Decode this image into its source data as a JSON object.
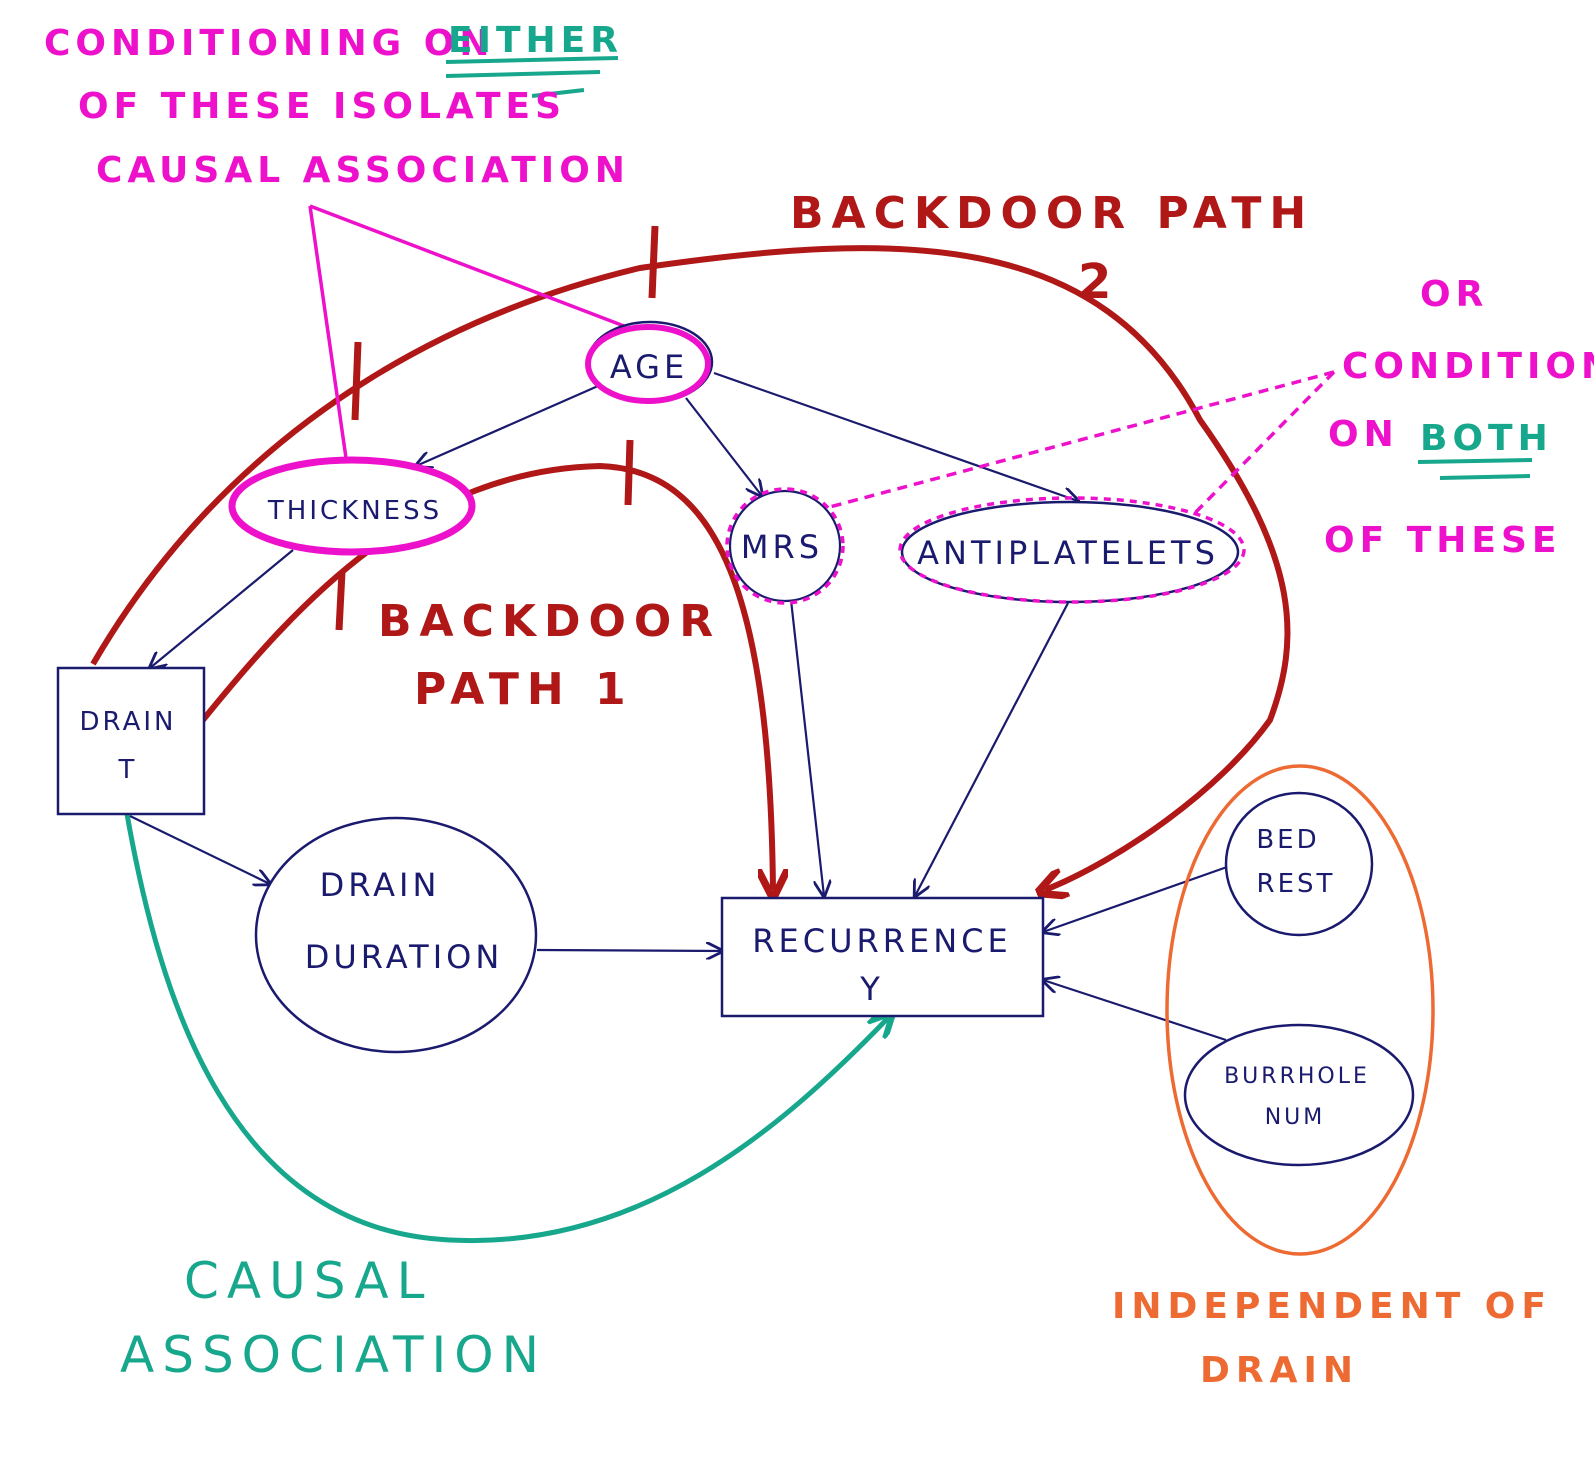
{
  "nodes": {
    "age": "AGE",
    "thickness": "THICKNESS",
    "mrs": "MRS",
    "antiplatelets": "ANTIPLATELETS",
    "drain_t_line1": "DRAIN",
    "drain_t_line2": "T",
    "drain_duration_line1": "DRAIN",
    "drain_duration_line2": "DURATION",
    "recurrence_line1": "RECURRENCE",
    "recurrence_line2": "Y",
    "bed_rest_line1": "BED",
    "bed_rest_line2": "REST",
    "burrhole_line1": "BURRHOLE",
    "burrhole_line2": "NUM"
  },
  "annotations": {
    "conditioning_line1_a": "CONDITIONING ON",
    "conditioning_line1_b": "EITHER",
    "conditioning_line2": "OF THESE ISOLATES",
    "conditioning_line3": "CAUSAL ASSOCIATION",
    "backdoor2_line1": "BACKDOOR PATH",
    "backdoor2_line2": "2",
    "backdoor1_line1": "BACKDOOR",
    "backdoor1_line2": "PATH 1",
    "or_line1": "OR",
    "or_line2": "CONDITION",
    "or_line3_a": "ON",
    "or_line3_b": "BOTH",
    "or_line4": "OF THESE",
    "causal_line1": "CAUSAL",
    "causal_line2": "ASSOCIATION",
    "independent_line1": "INDEPENDENT OF",
    "independent_line2": "DRAIN"
  },
  "colors": {
    "node_ink": "#1a1a6e",
    "magenta": "#ee11cc",
    "dark_red": "#b01818",
    "teal": "#17a78c",
    "orange": "#ee6a33"
  }
}
